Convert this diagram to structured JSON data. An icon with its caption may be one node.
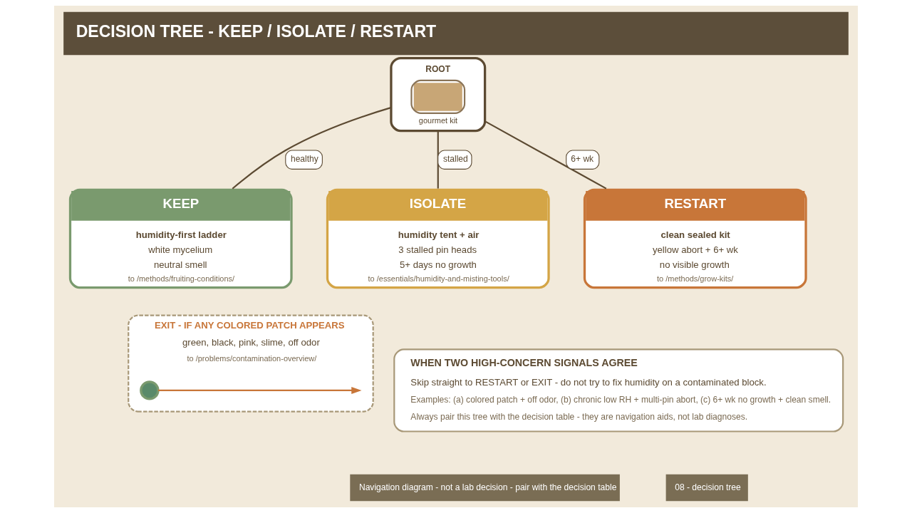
{
  "diagram": {
    "title": "DECISION TREE - KEEP / ISOLATE / RESTART",
    "nodes": [
      {
        "text": [
          "ROOT",
          "gourmet kit"
        ]
      },
      {
        "text": [
          "KEEP",
          "humidity-first ladder",
          "white mycelium",
          "neutral smell",
          "to /methods/fruiting-conditions/"
        ]
      },
      {
        "text": [
          "ISOLATE",
          "humidity tent + air",
          "3 stalled pin heads",
          "5+ days no growth",
          "to /essentials/humidity-and-misting-tools/"
        ]
      },
      {
        "text": [
          "RESTART",
          "clean sealed kit",
          "yellow abort + 6+ wk",
          "no visible growth",
          "to /methods/grow-kits/"
        ]
      },
      {
        "text": [
          "EXIT - IF ANY COLORED PATCH APPEARS",
          "green, black, pink, slime, off odor",
          "to /problems/contamination-overview/"
        ]
      },
      {
        "text": [],
        "shape": "circle",
        "in": 4
      },
      {
        "text": [
          "WHEN TWO HIGH-CONCERN SIGNALS AGREE",
          "Skip straight to RESTART or EXIT - do not try to fix humidity on a contaminated block.",
          "Examples: (a) colored patch + off odor, (b) chronic low RH + multi-pin abort, (c) 6+ wk no growth + clean smell.",
          "Always pair this tree with the decision table - they are navigation aids, not lab diagnoses."
        ]
      }
    ],
    "edges": [
      {
        "from": 0,
        "to": 1,
        "arrow": "none",
        "label": "healthy"
      },
      {
        "from": 0,
        "to": 2,
        "arrow": "none",
        "label": "stalled"
      },
      {
        "from": 0,
        "to": 3,
        "arrow": "none",
        "label": "6+ wk"
      },
      {
        "from": 5,
        "to": null,
        "arrow": "to",
        "color": "#c87639"
      }
    ],
    "labels": [
      "Navigation diagram - not a lab decision - pair with the decision table",
      "08 - decision tree"
    ]
  }
}
